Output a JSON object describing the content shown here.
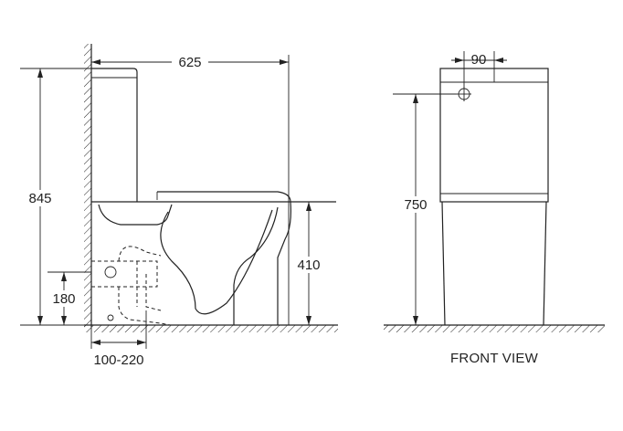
{
  "drawing": {
    "side_view": {
      "dim_overall_depth": "625",
      "dim_overall_height": "845",
      "dim_seat_height": "410",
      "dim_outlet_height": "180",
      "dim_rough_in": "100-220"
    },
    "front_view": {
      "dim_inlet_offset": "90",
      "dim_cistern_height": "750",
      "caption": "FRONT VIEW"
    }
  },
  "colors": {
    "line": "#222222",
    "background": "#ffffff"
  }
}
